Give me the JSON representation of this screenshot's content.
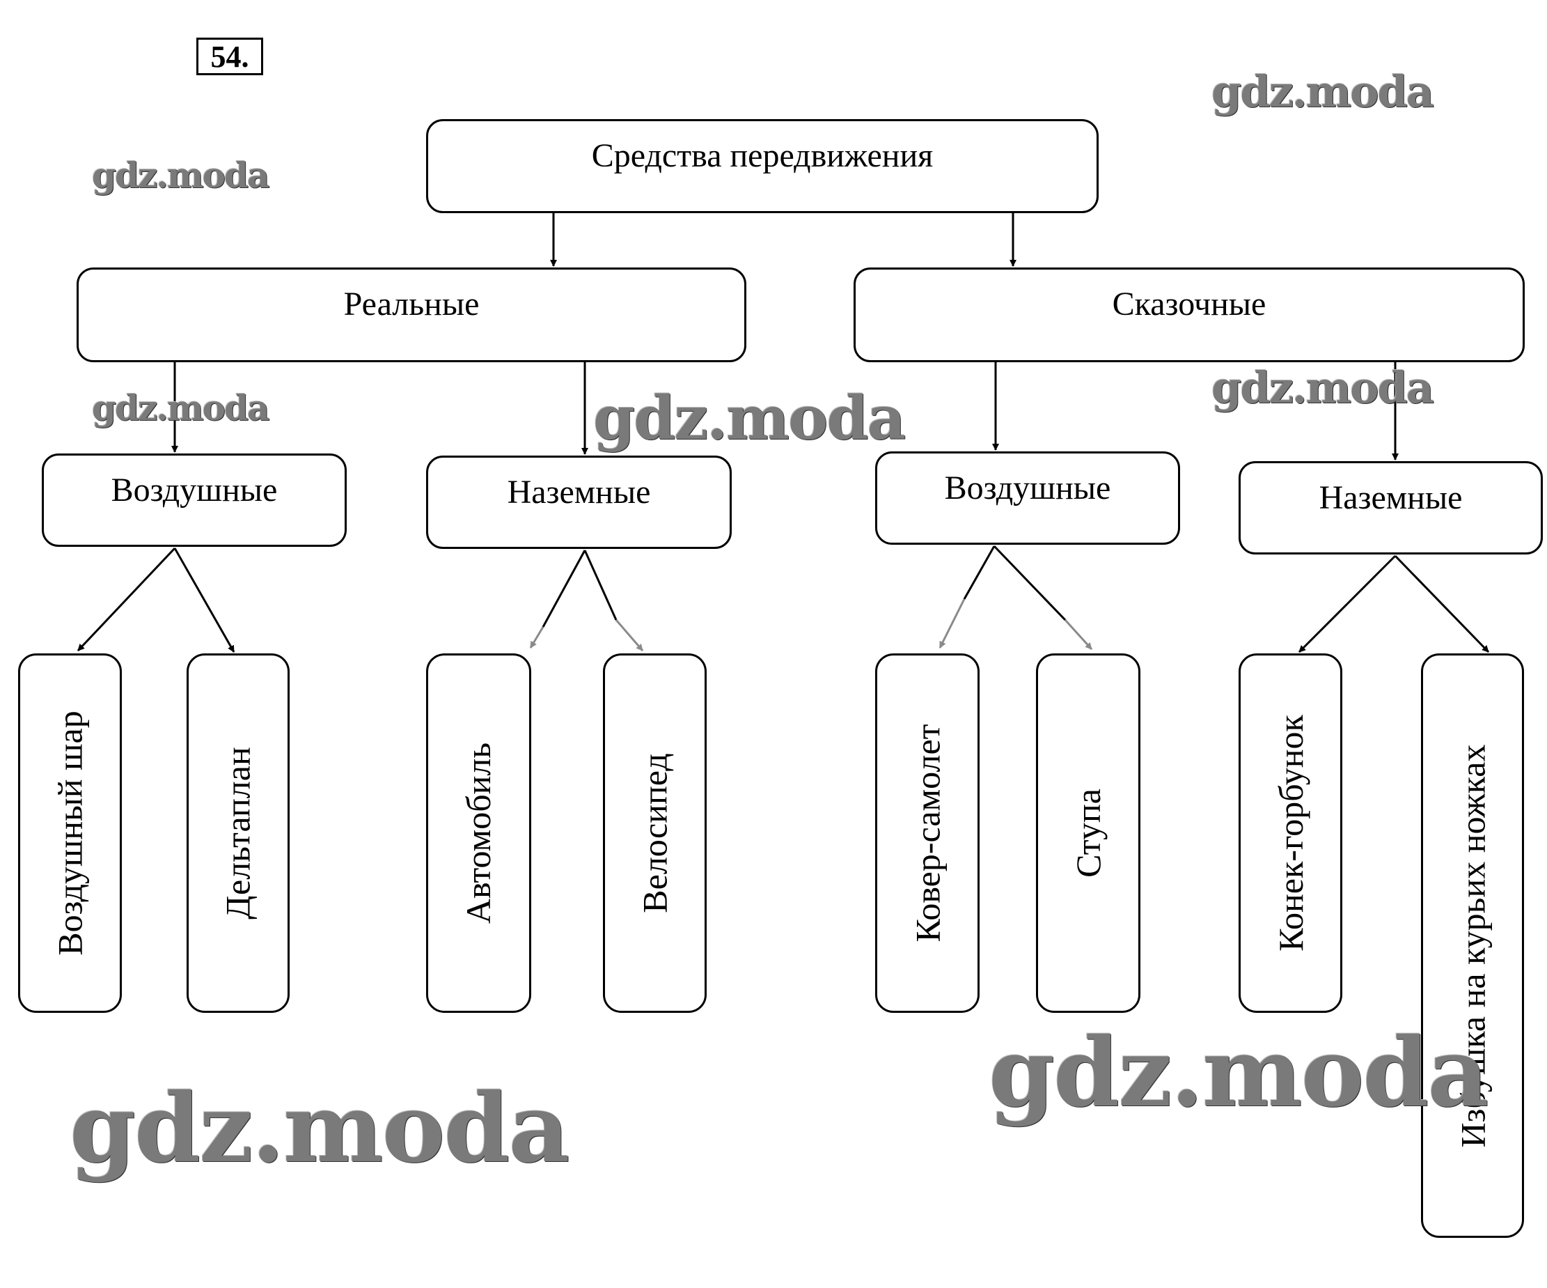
{
  "task_number": "54.",
  "root": {
    "label": "Средства передвижения"
  },
  "categories": [
    {
      "label": "Реальные",
      "groups": [
        {
          "label": "Воздушные",
          "items": [
            "Воздушный шар",
            "Дельтаплан"
          ]
        },
        {
          "label": "Наземные",
          "items": [
            "Автомобиль",
            "Велосипед"
          ]
        }
      ]
    },
    {
      "label": "Сказочные",
      "groups": [
        {
          "label": "Воздушные",
          "items": [
            "Ковер-самолет",
            "Ступа"
          ]
        },
        {
          "label": "Наземные",
          "items": [
            "Конек-горбунок",
            "Избушка на курьих ножках"
          ]
        }
      ]
    }
  ],
  "watermark": "gdz.moda",
  "colors": {
    "stroke": "#000000",
    "faded_arrow": "#8a8a8a",
    "watermark": "#7a7a7a"
  }
}
